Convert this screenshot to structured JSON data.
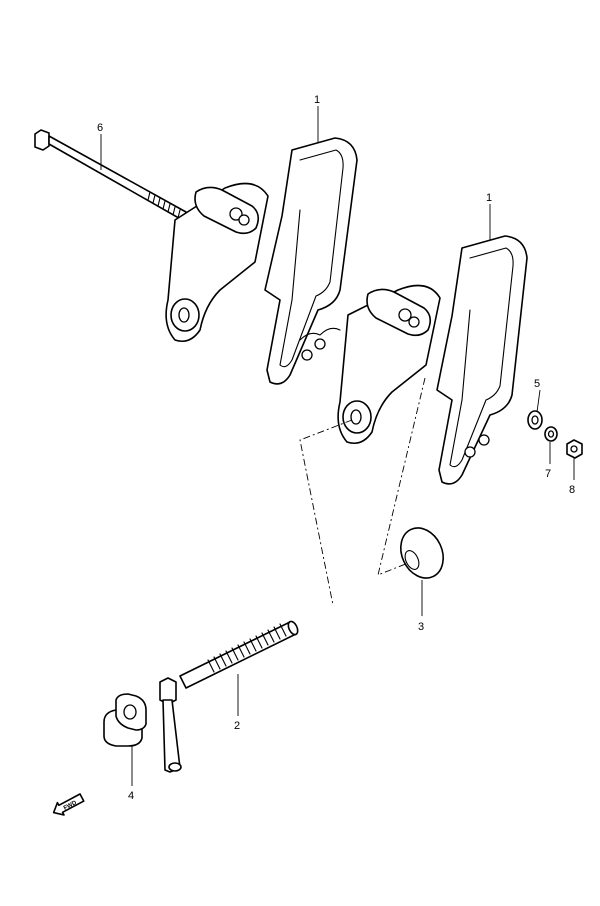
{
  "callouts": {
    "c1a": "1",
    "c1b": "1",
    "c2": "2",
    "c3": "3",
    "c4": "4",
    "c5": "5",
    "c6": "6",
    "c7": "7",
    "c8": "8"
  },
  "fwd_label": "FWD",
  "colors": {
    "line": "#000000",
    "background": "#ffffff"
  }
}
